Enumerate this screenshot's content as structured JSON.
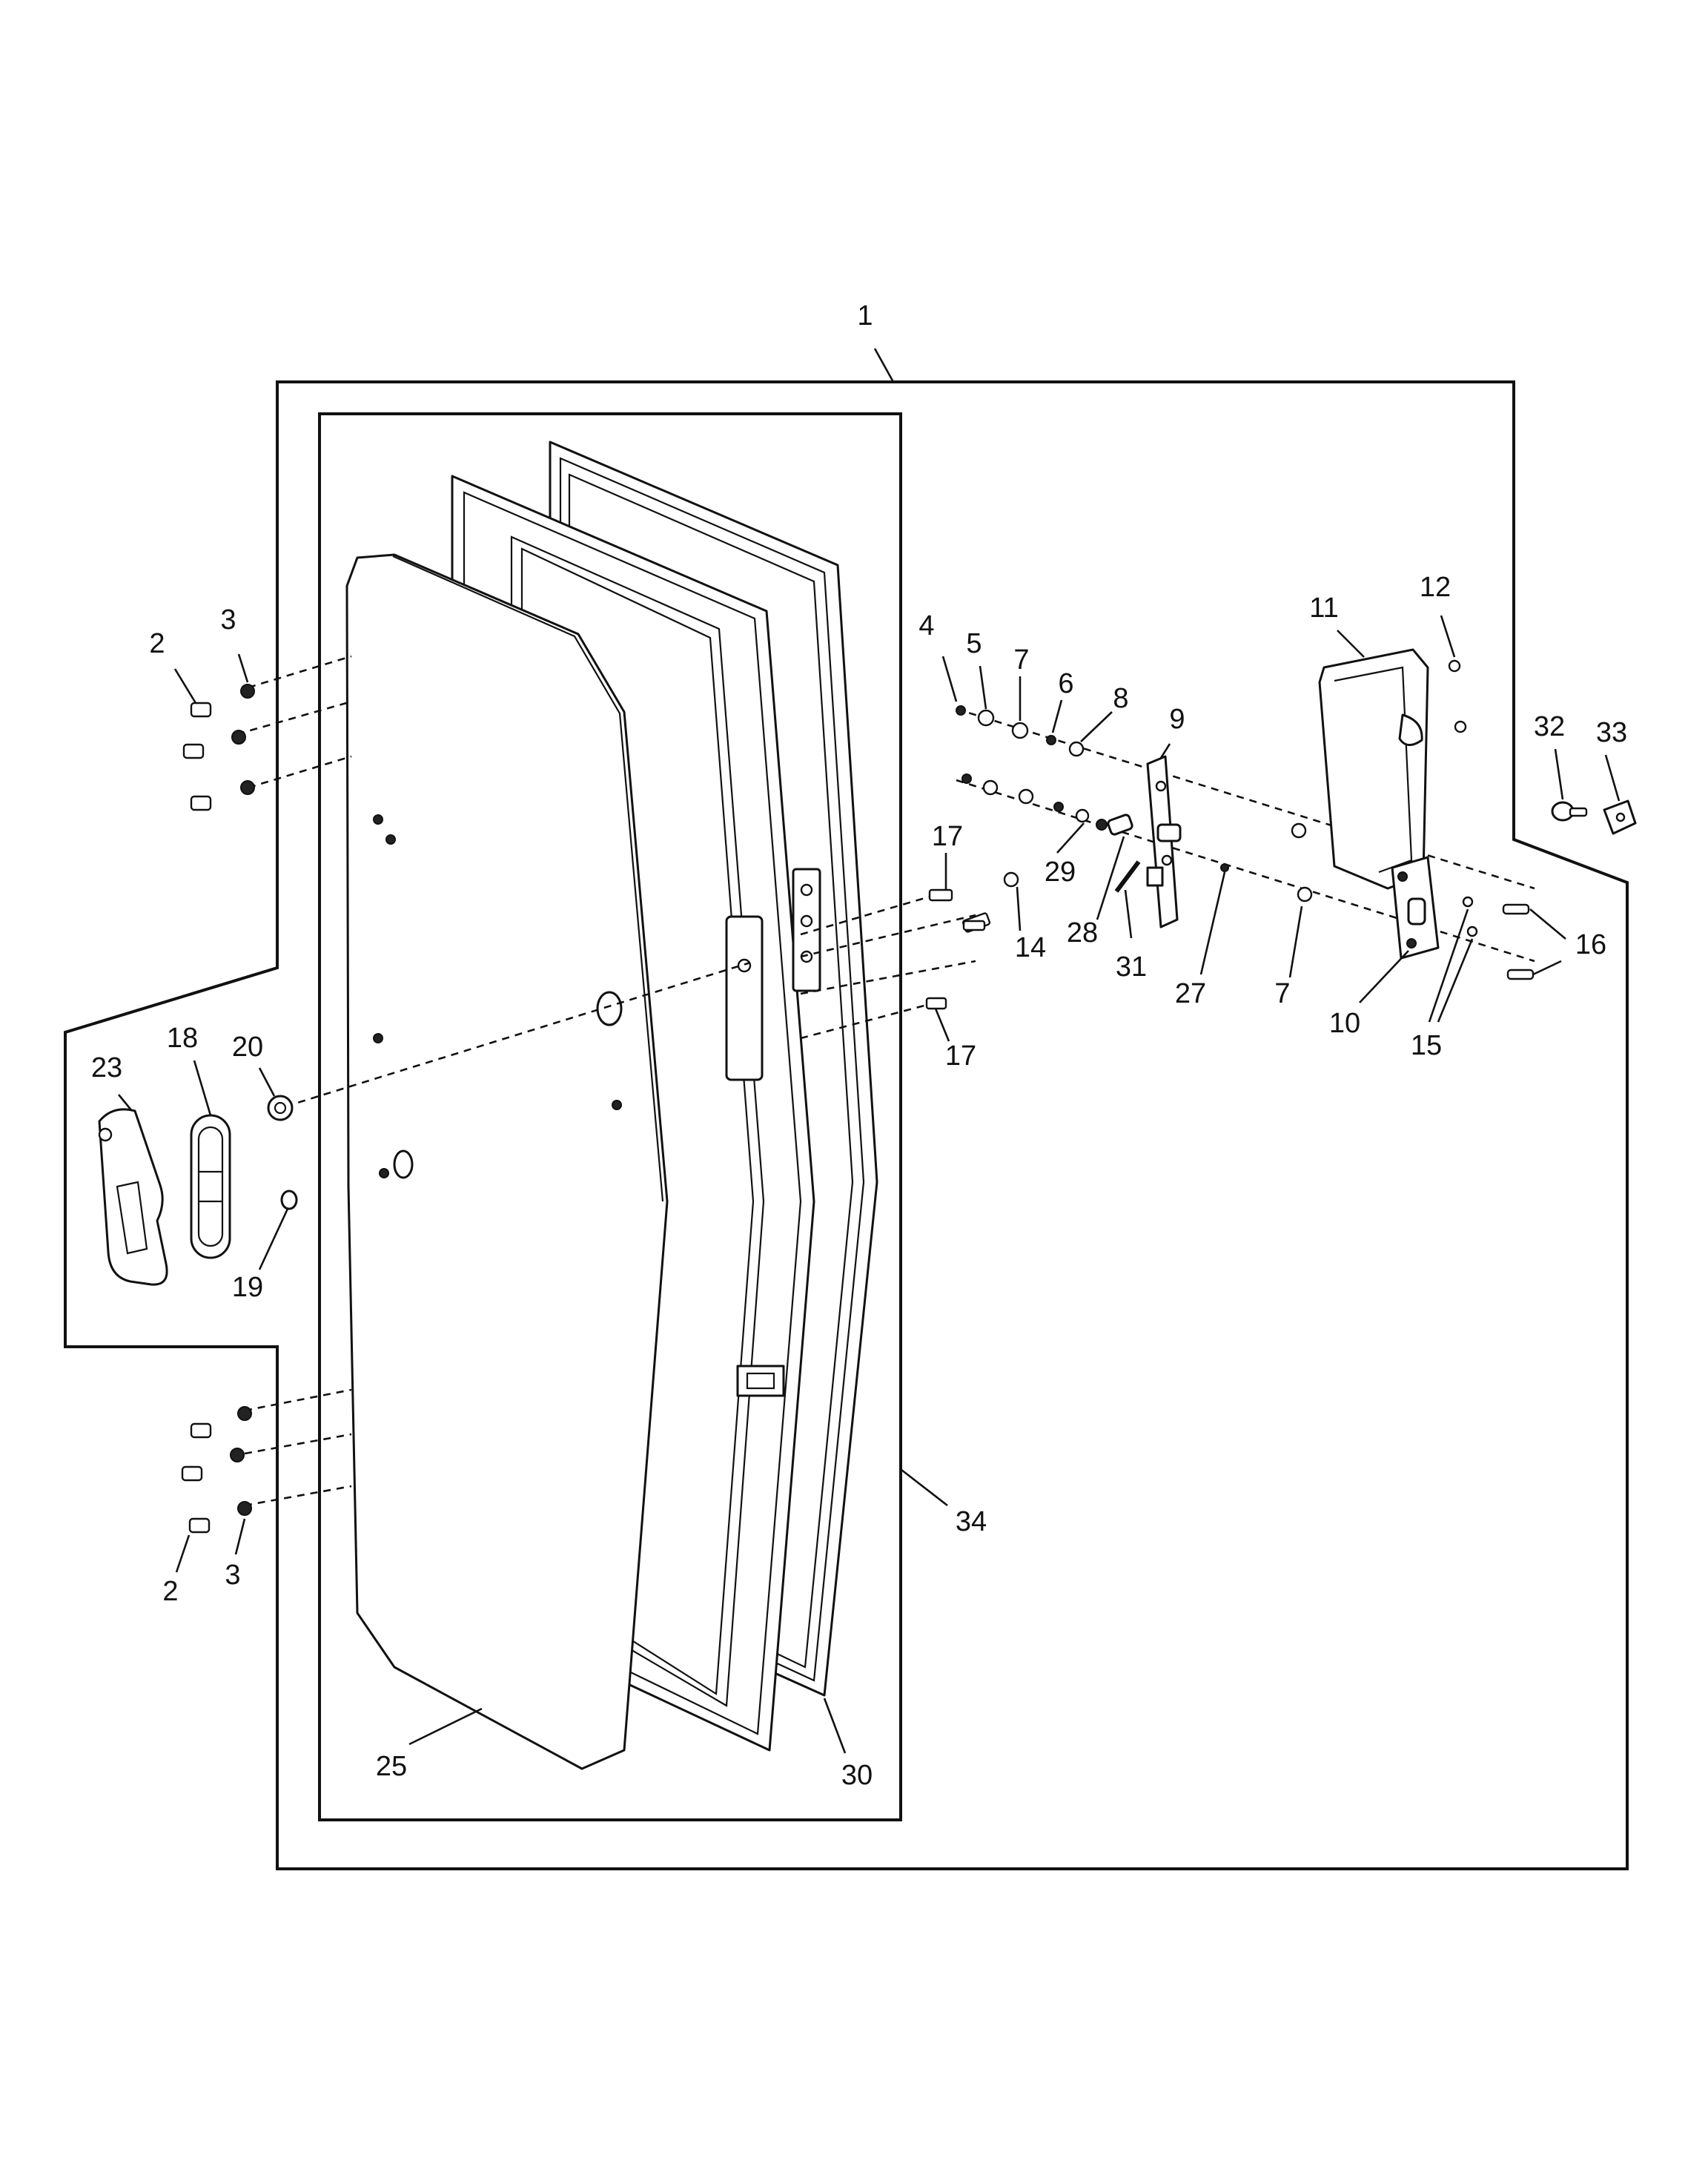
{
  "diagram": {
    "callouts": [
      {
        "id": "c1",
        "text": "1"
      },
      {
        "id": "c2a",
        "text": "2"
      },
      {
        "id": "c3a",
        "text": "3"
      },
      {
        "id": "c2b",
        "text": "2"
      },
      {
        "id": "c3b",
        "text": "3"
      },
      {
        "id": "c4",
        "text": "4"
      },
      {
        "id": "c5",
        "text": "5"
      },
      {
        "id": "c7a",
        "text": "7"
      },
      {
        "id": "c6",
        "text": "6"
      },
      {
        "id": "c8",
        "text": "8"
      },
      {
        "id": "c9",
        "text": "9"
      },
      {
        "id": "c11",
        "text": "11"
      },
      {
        "id": "c12",
        "text": "12"
      },
      {
        "id": "c32",
        "text": "32"
      },
      {
        "id": "c33",
        "text": "33"
      },
      {
        "id": "c17a",
        "text": "17"
      },
      {
        "id": "c29",
        "text": "29"
      },
      {
        "id": "c14",
        "text": "14"
      },
      {
        "id": "c28",
        "text": "28"
      },
      {
        "id": "c31",
        "text": "31"
      },
      {
        "id": "c27",
        "text": "27"
      },
      {
        "id": "c7b",
        "text": "7"
      },
      {
        "id": "c10",
        "text": "10"
      },
      {
        "id": "c15",
        "text": "15"
      },
      {
        "id": "c16",
        "text": "16"
      },
      {
        "id": "c17b",
        "text": "17"
      },
      {
        "id": "c23",
        "text": "23"
      },
      {
        "id": "c18",
        "text": "18"
      },
      {
        "id": "c20",
        "text": "20"
      },
      {
        "id": "c19",
        "text": "19"
      },
      {
        "id": "c34",
        "text": "34"
      },
      {
        "id": "c25",
        "text": "25"
      },
      {
        "id": "c30",
        "text": "30"
      }
    ]
  }
}
